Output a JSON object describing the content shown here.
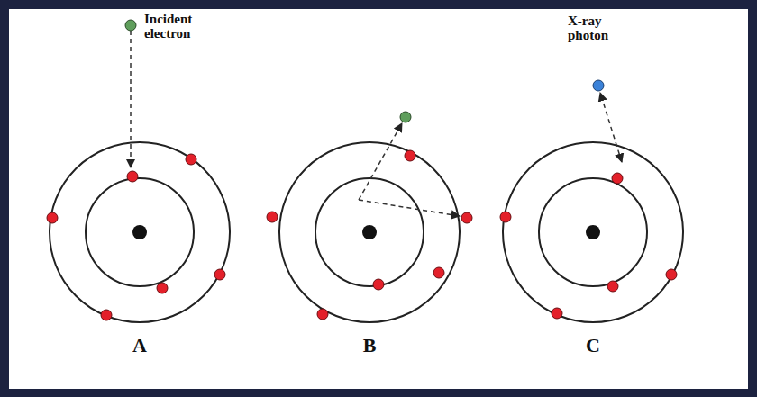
{
  "diagram": {
    "labels": [
      "Incident electron",
      "X-ray photon",
      "A",
      "B",
      "C"
    ]
  }
}
